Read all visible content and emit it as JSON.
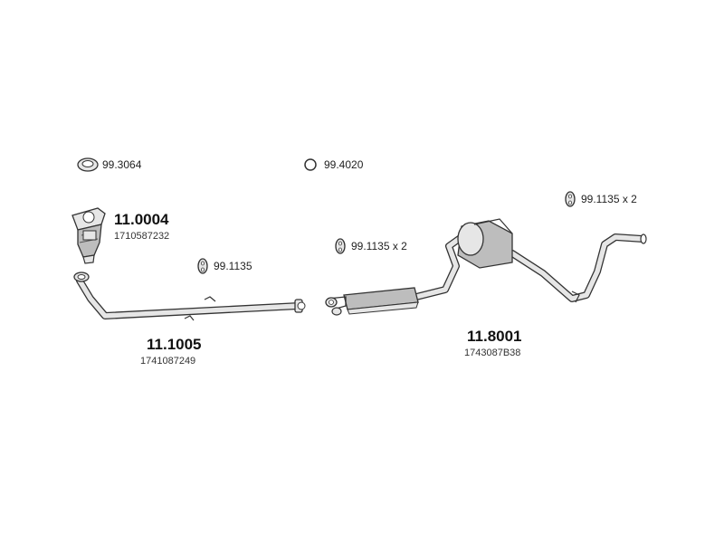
{
  "diagram": {
    "parts": {
      "gasket_1": {
        "number": "99.3064"
      },
      "ring_1": {
        "number": "99.4020"
      },
      "catalyst": {
        "number": "11.0004",
        "code": "1710587232"
      },
      "hanger_front": {
        "number": "99.1135"
      },
      "front_pipe": {
        "number": "11.1005",
        "code": "1741087249"
      },
      "hanger_mid": {
        "number": "99.1135 x 2"
      },
      "hanger_rear": {
        "number": "99.1135 x 2"
      },
      "rear_silencer": {
        "number": "11.8001",
        "code": "1743087B38"
      }
    },
    "colors": {
      "line": "#333333",
      "fill": "#e6e6e6",
      "shade": "#bdbdbd"
    }
  }
}
